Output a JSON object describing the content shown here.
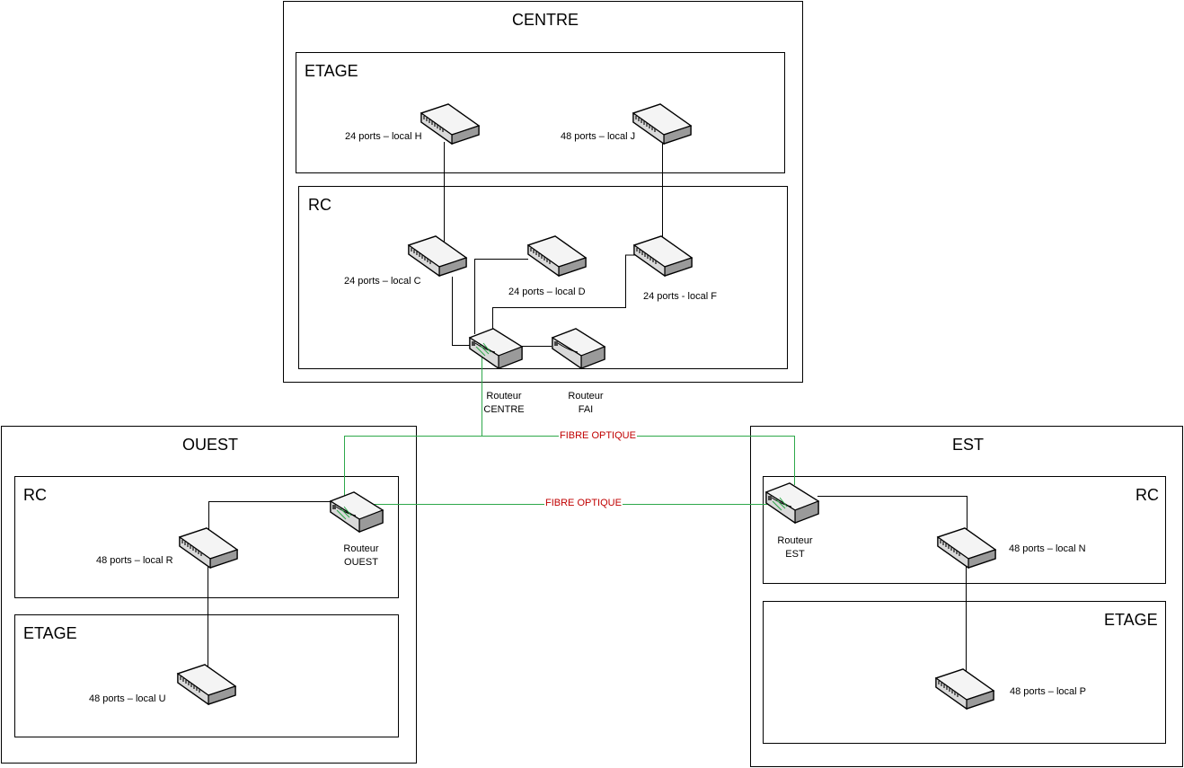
{
  "sites": {
    "centre": {
      "title": "CENTRE",
      "etage": {
        "title": "ETAGE",
        "switch_h": "24 ports – local H",
        "switch_j": "48 ports – local J"
      },
      "rc": {
        "title": "RC",
        "switch_c": "24 ports – local C",
        "switch_d": "24 ports – local D",
        "switch_f": "24 ports - local F"
      },
      "router_centre": {
        "line1": "Routeur",
        "line2": "CENTRE"
      },
      "router_fai": {
        "line1": "Routeur",
        "line2": "FAI"
      }
    },
    "ouest": {
      "title": "OUEST",
      "rc": {
        "title": "RC",
        "switch_r": "48 ports – local R"
      },
      "etage": {
        "title": "ETAGE",
        "switch_u": "48 ports – local U"
      },
      "router": {
        "line1": "Routeur",
        "line2": "OUEST"
      }
    },
    "est": {
      "title": "EST",
      "rc": {
        "title": "RC",
        "switch_n": "48 ports – local N"
      },
      "etage": {
        "title": "ETAGE",
        "switch_p": "48 ports – local P"
      },
      "router": {
        "line1": "Routeur",
        "line2": "EST"
      }
    }
  },
  "links": {
    "fibre_top": "FIBRE OPTIQUE",
    "fibre_mid": "FIBRE OPTIQUE"
  },
  "colors": {
    "fibre_line": "#2ea84a",
    "fibre_label": "#c00000",
    "copper_line": "#000000"
  }
}
